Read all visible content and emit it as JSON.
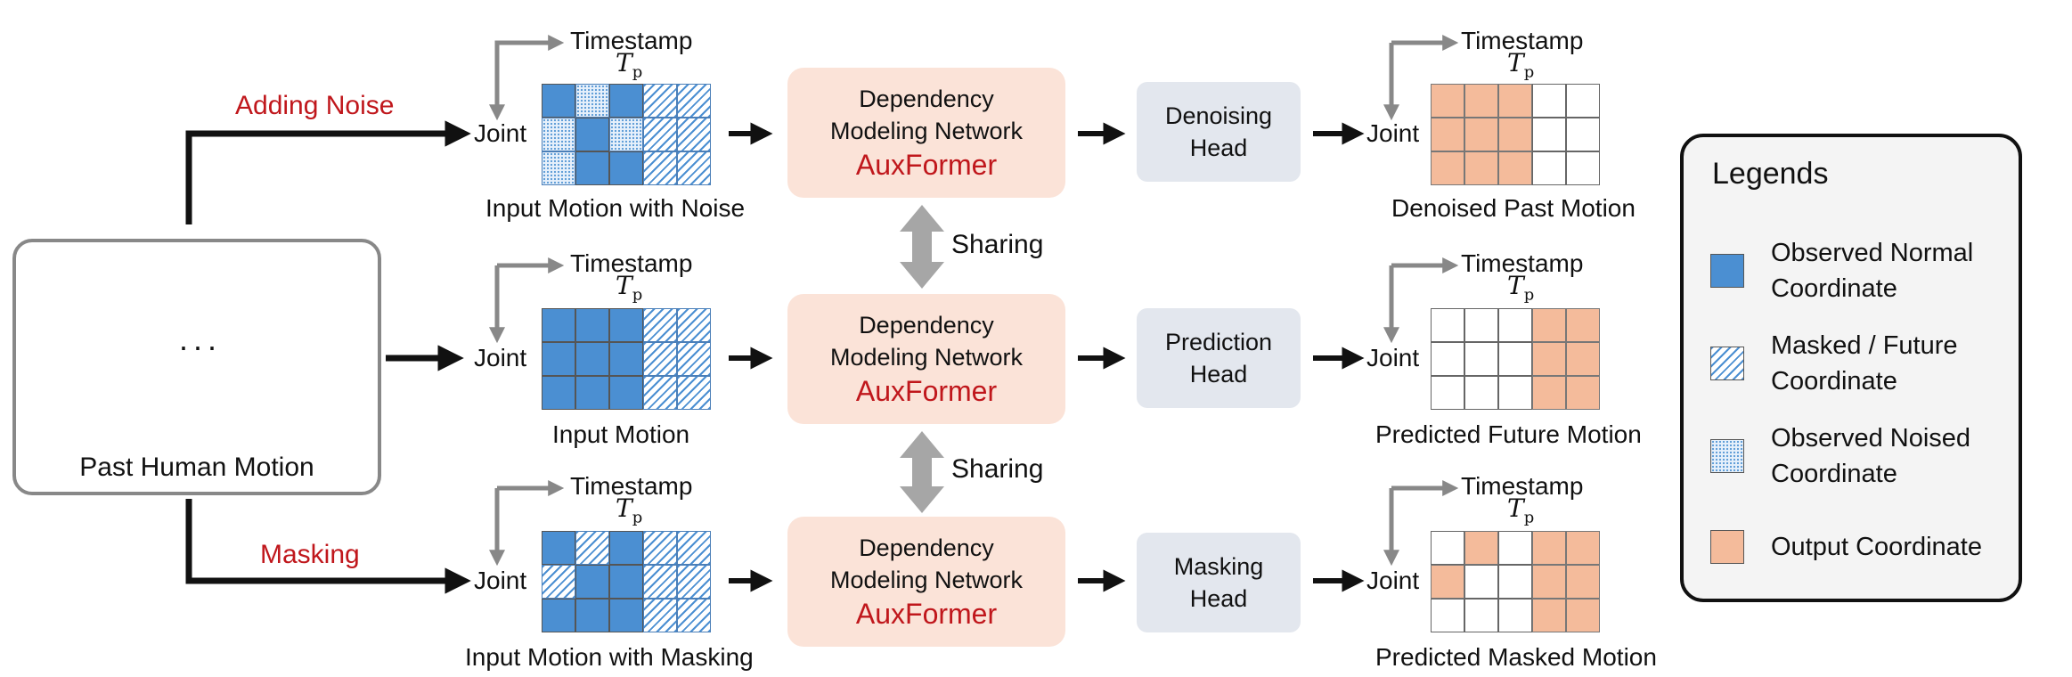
{
  "source": {
    "label": "Past Human Motion",
    "ellipsis": "···"
  },
  "branches": {
    "noise": "Adding Noise",
    "mask": "Masking"
  },
  "axes": {
    "timestamp": "Timestamp",
    "joint": "Joint",
    "tp_main": "T",
    "tp_sub": "p"
  },
  "rows": [
    {
      "input_caption": "Input Motion with Noise",
      "input_grid": [
        [
          "o",
          "n",
          "o",
          "m",
          "m"
        ],
        [
          "n",
          "o",
          "n",
          "m",
          "m"
        ],
        [
          "n",
          "o",
          "o",
          "m",
          "m"
        ]
      ],
      "network": {
        "line1": "Dependency",
        "line2": "Modeling Network",
        "name": "AuxFormer"
      },
      "head": {
        "line1": "Denoising",
        "line2": "Head"
      },
      "output_caption": "Denoised Past Motion",
      "output_grid": [
        [
          "y",
          "y",
          "y",
          "w",
          "w"
        ],
        [
          "y",
          "y",
          "y",
          "w",
          "w"
        ],
        [
          "y",
          "y",
          "y",
          "w",
          "w"
        ]
      ]
    },
    {
      "input_caption": "Input Motion",
      "input_grid": [
        [
          "o",
          "o",
          "o",
          "m",
          "m"
        ],
        [
          "o",
          "o",
          "o",
          "m",
          "m"
        ],
        [
          "o",
          "o",
          "o",
          "m",
          "m"
        ]
      ],
      "network": {
        "line1": "Dependency",
        "line2": "Modeling Network",
        "name": "AuxFormer"
      },
      "head": {
        "line1": "Prediction",
        "line2": "Head"
      },
      "output_caption": "Predicted Future Motion",
      "output_grid": [
        [
          "w",
          "w",
          "w",
          "y",
          "y"
        ],
        [
          "w",
          "w",
          "w",
          "y",
          "y"
        ],
        [
          "w",
          "w",
          "w",
          "y",
          "y"
        ]
      ]
    },
    {
      "input_caption": "Input Motion with Masking",
      "input_grid": [
        [
          "o",
          "m",
          "o",
          "m",
          "m"
        ],
        [
          "m",
          "o",
          "o",
          "m",
          "m"
        ],
        [
          "o",
          "o",
          "o",
          "m",
          "m"
        ]
      ],
      "network": {
        "line1": "Dependency",
        "line2": "Modeling Network",
        "name": "AuxFormer"
      },
      "head": {
        "line1": "Masking",
        "line2": "Head"
      },
      "output_caption": "Predicted Masked Motion",
      "output_grid": [
        [
          "w",
          "y",
          "w",
          "y",
          "y"
        ],
        [
          "y",
          "w",
          "w",
          "y",
          "y"
        ],
        [
          "w",
          "w",
          "w",
          "y",
          "y"
        ]
      ]
    }
  ],
  "sharing": [
    "Sharing",
    "Sharing"
  ],
  "legend": {
    "title": "Legends",
    "items": [
      {
        "type": "o",
        "line1": "Observed Normal",
        "line2": "Coordinate"
      },
      {
        "type": "m",
        "line1": "Masked / Future",
        "line2": "Coordinate"
      },
      {
        "type": "n",
        "line1": "Observed Noised",
        "line2": "Coordinate"
      },
      {
        "type": "y",
        "line1": "Output Coordinate",
        "line2": ""
      }
    ]
  },
  "colors": {
    "observed": "#4b8fd2",
    "output": "#f4bb9b",
    "network_bg": "#fbe3d8",
    "head_bg": "#e3e7ee",
    "accent_red": "#c0171c",
    "arrow_gray": "#a6a6a6"
  }
}
